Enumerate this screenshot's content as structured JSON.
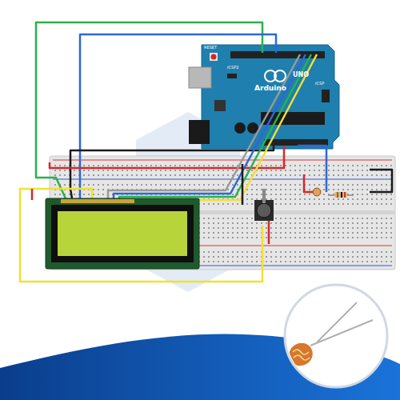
{
  "diagram": {
    "labels": [
      "RESET",
      "ICSP2",
      "Arduino",
      "UNO",
      "ICSP"
    ]
  }
}
